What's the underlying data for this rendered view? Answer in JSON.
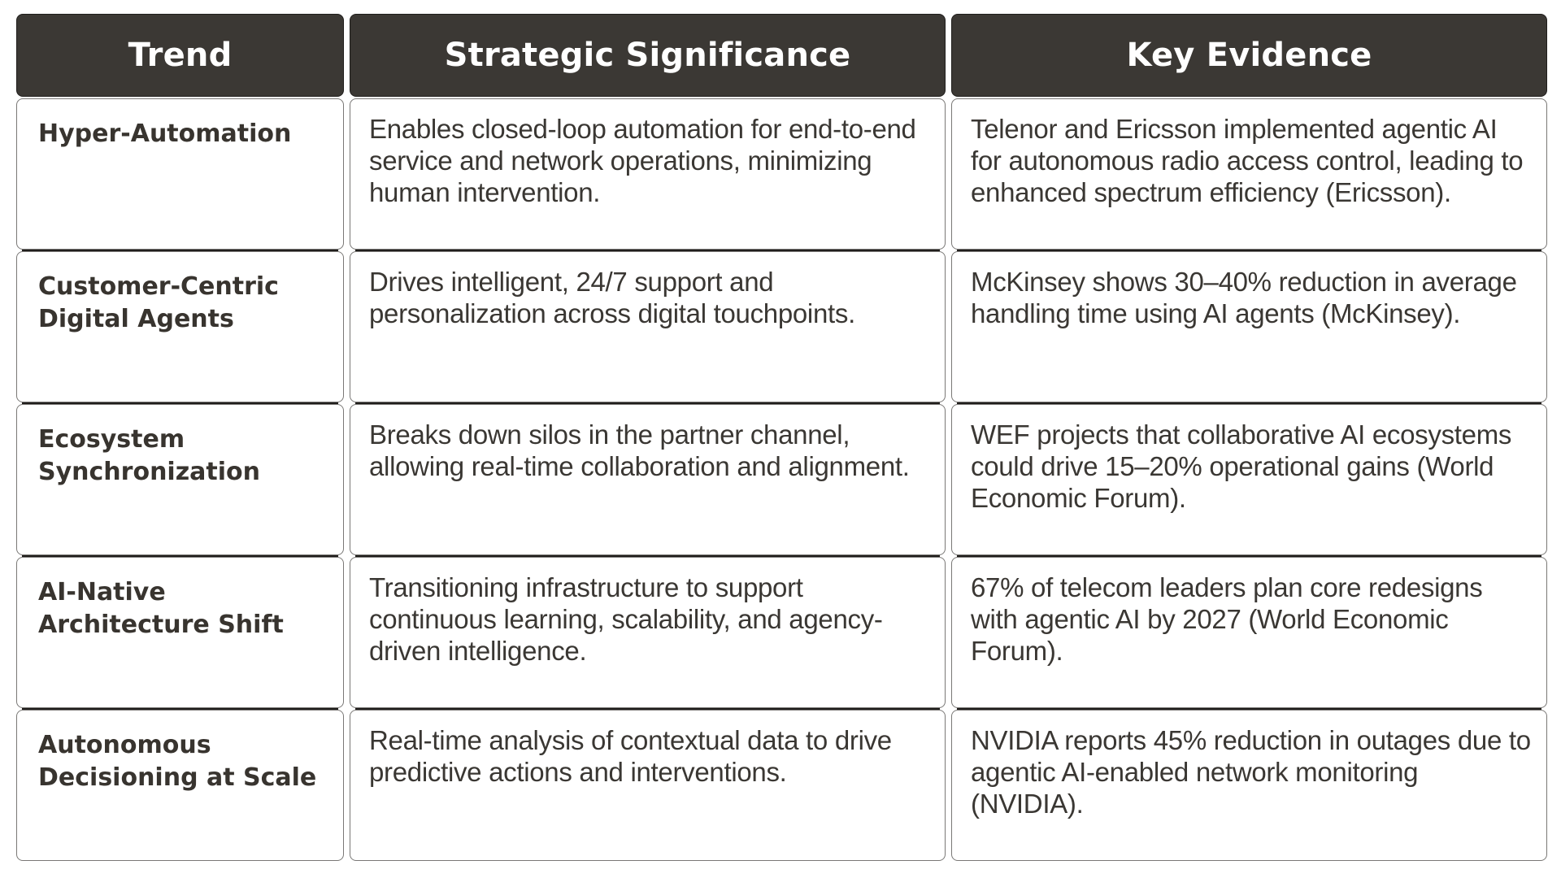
{
  "table": {
    "headers": {
      "trend": "Trend",
      "significance": "Strategic Significance",
      "evidence": "Key Evidence"
    },
    "rows": [
      {
        "trend": "Hyper-Automation",
        "significance": "Enables closed-loop automation for end-to-end service and network operations, minimizing human intervention.",
        "evidence": "Telenor and Ericsson implemented agentic AI for autonomous radio access control, leading to enhanced spectrum efficiency (Ericsson)."
      },
      {
        "trend": "Customer-Centric Digital Agents",
        "significance": "Drives intelligent, 24/7 support and personalization across digital touchpoints.",
        "evidence": "McKinsey shows 30–40% reduction in average handling time using AI agents (McKinsey)."
      },
      {
        "trend": "Ecosystem Synchronization",
        "significance": "Breaks down silos in the partner channel, allowing real-time collaboration and alignment.",
        "evidence": "WEF projects that collaborative AI ecosystems could drive 15–20% operational gains (World Economic Forum)."
      },
      {
        "trend": "AI-Native Architecture Shift",
        "significance": "Transitioning infrastructure to support continuous learning, scalability, and agency-driven intelligence.",
        "evidence": "67% of telecom leaders plan core redesigns with agentic AI by 2027 (World Economic Forum)."
      },
      {
        "trend": "Autonomous Decisioning at Scale",
        "significance": "Real-time analysis of contextual data to drive predictive actions and interventions.",
        "evidence": "NVIDIA reports 45% reduction in outages due to agentic AI-enabled network monitoring (NVIDIA)."
      }
    ]
  },
  "colors": {
    "header_bg": "#3b3834",
    "header_text": "#ffffff",
    "body_text": "#3a3733",
    "cell_border": "#7a7876",
    "row_separator": "#1f1d1b"
  }
}
